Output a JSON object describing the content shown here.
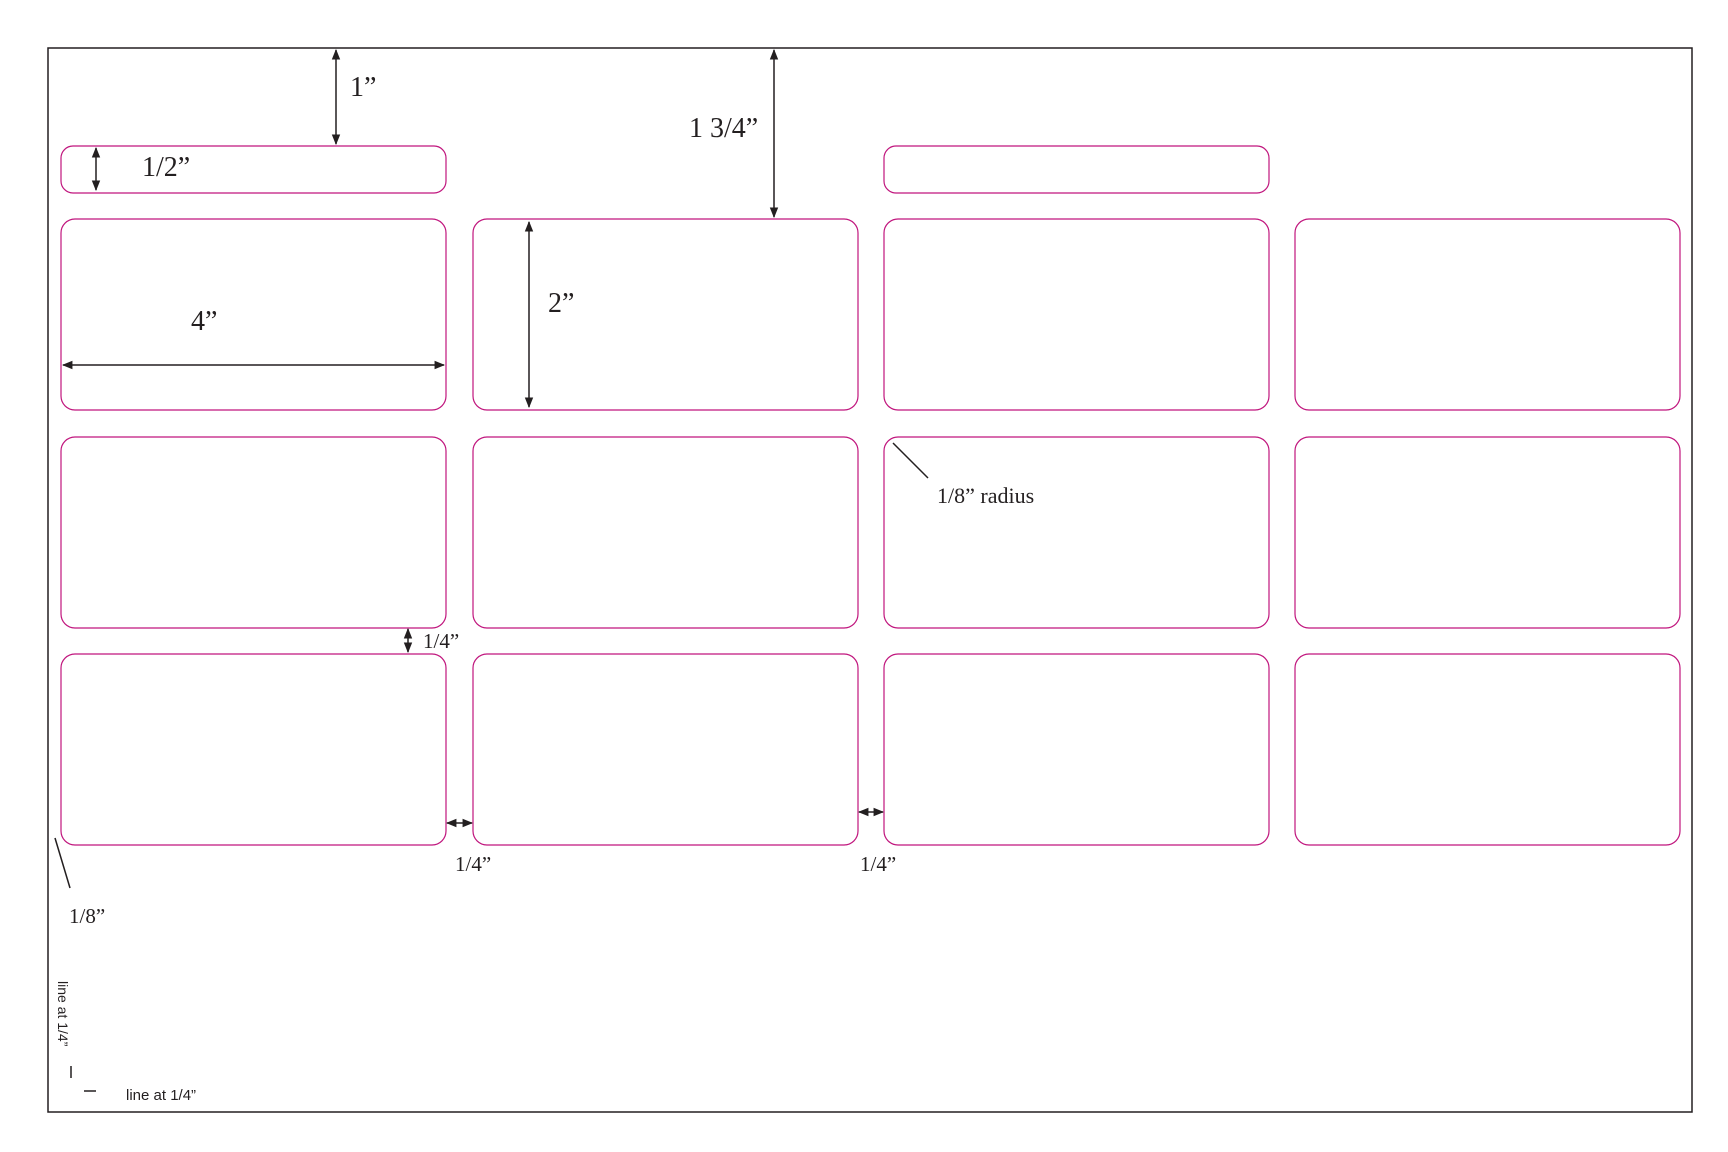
{
  "dimensions": {
    "top_margin": "1”",
    "strip_height": "1/2”",
    "strip_offset": "1 3/4”",
    "label_width": "4”",
    "label_height": "2”",
    "corner_radius": "1/8” radius",
    "row_gap": "1/4”",
    "col_gap_1": "1/4”",
    "col_gap_2": "1/4”",
    "side_margin": "1/8”"
  },
  "guides": {
    "vertical_line_note": "line at 1/4”",
    "horizontal_line_note": "line at 1/4”"
  },
  "colors": {
    "label_outline": "#c0157d",
    "page_border": "#231f20",
    "annotation": "#231f20"
  }
}
